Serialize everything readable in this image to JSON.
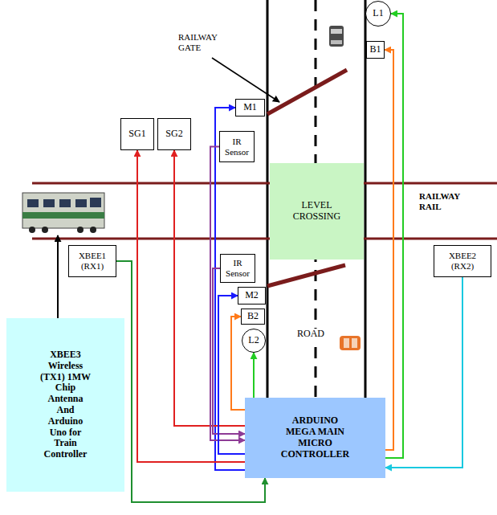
{
  "diagram": {
    "nodes": [
      {
        "text": [
          "L1"
        ]
      },
      {
        "text": [
          "B1"
        ]
      },
      {
        "text": [
          "M1"
        ]
      },
      {
        "text": [
          "SG1"
        ]
      },
      {
        "text": [
          "SG2"
        ]
      },
      {
        "text": [
          "IR Sensor"
        ]
      },
      {
        "text": [
          "LEVEL CROSSING"
        ]
      },
      {
        "text": [
          "XBEE1 (RX1)"
        ]
      },
      {
        "text": [
          "XBEE2 (RX2)"
        ]
      },
      {
        "text": [
          "IR Sensor"
        ]
      },
      {
        "text": [
          "M2"
        ]
      },
      {
        "text": [
          "B2"
        ]
      },
      {
        "text": [
          "L2"
        ]
      },
      {
        "text": [
          "XBEE3 Wireless (TX1) 1MW Chip Antenna And Arduino Uno for Train Controller"
        ]
      },
      {
        "text": [
          "ARDUINO MEGA MAIN MICRO CONTROLLER"
        ]
      }
    ],
    "edges": [
      {
        "from": 14,
        "to": 0,
        "arrow": "to"
      },
      {
        "from": 14,
        "to": 1,
        "arrow": "to"
      },
      {
        "from": 14,
        "to": 2,
        "arrow": "to"
      },
      {
        "from": 14,
        "to": 3,
        "arrow": "to"
      },
      {
        "from": 14,
        "to": 4,
        "arrow": "to"
      },
      {
        "from": 5,
        "to": 14,
        "arrow": "to"
      },
      {
        "from": 9,
        "to": 14,
        "arrow": "to"
      },
      {
        "from": 14,
        "to": 10,
        "arrow": "to"
      },
      {
        "from": 14,
        "to": 11,
        "arrow": "to"
      },
      {
        "from": 14,
        "to": 12,
        "arrow": "to"
      },
      {
        "from": 7,
        "to": 14,
        "arrow": "to"
      },
      {
        "from": 8,
        "to": 14,
        "arrow": "to"
      }
    ],
    "labels": [
      "RAILWAY GATE",
      "RAILWAY RAIL",
      "ROAD"
    ]
  }
}
